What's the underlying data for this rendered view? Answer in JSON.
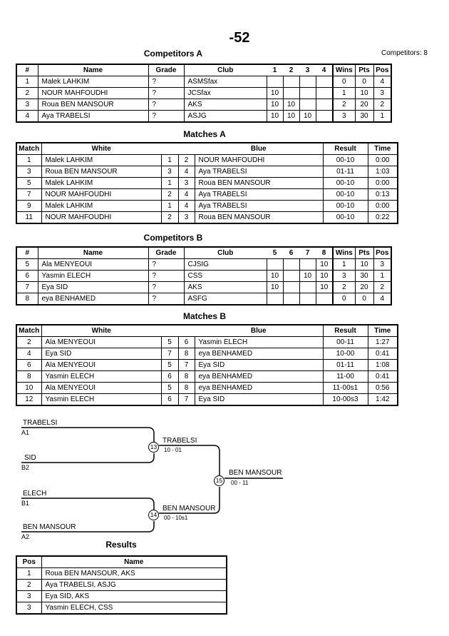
{
  "title": "-52",
  "competitors_count": "Competitors: 8",
  "sections": {
    "competitors_a": {
      "heading": "Competitors A",
      "columns": {
        "num": "#",
        "name": "Name",
        "grade": "Grade",
        "club": "Club",
        "rounds": [
          "1",
          "2",
          "3",
          "4"
        ],
        "wins": "Wins",
        "pts": "Pts",
        "pos": "Pos"
      },
      "rows": [
        {
          "num": "1",
          "name": "Malek LAHKIM",
          "grade": "?",
          "club": "ASMSfax",
          "rounds": [
            "",
            "",
            "",
            ""
          ],
          "wins": "0",
          "pts": "0",
          "pos": "4"
        },
        {
          "num": "2",
          "name": "NOUR MAHFOUDHI",
          "grade": "?",
          "club": "JCSfax",
          "rounds": [
            "10",
            "",
            "",
            ""
          ],
          "wins": "1",
          "pts": "10",
          "pos": "3"
        },
        {
          "num": "3",
          "name": "Roua BEN MANSOUR",
          "grade": "?",
          "club": "AKS",
          "rounds": [
            "10",
            "10",
            "",
            ""
          ],
          "wins": "2",
          "pts": "20",
          "pos": "2"
        },
        {
          "num": "4",
          "name": "Aya TRABELSI",
          "grade": "?",
          "club": "ASJG",
          "rounds": [
            "10",
            "10",
            "10",
            ""
          ],
          "wins": "3",
          "pts": "30",
          "pos": "1"
        }
      ]
    },
    "matches_a": {
      "heading": "Matches A",
      "columns": {
        "match": "Match",
        "white": "White",
        "blue": "Blue",
        "result": "Result",
        "time": "Time"
      },
      "rows": [
        {
          "match": "1",
          "white": "Malek LAHKIM",
          "wn": "1",
          "bn": "2",
          "blue": "NOUR MAHFOUDHI",
          "result": "00-10",
          "time": "0:00"
        },
        {
          "match": "3",
          "white": "Roua BEN MANSOUR",
          "wn": "3",
          "bn": "4",
          "blue": "Aya TRABELSI",
          "result": "01-11",
          "time": "1:03"
        },
        {
          "match": "5",
          "white": "Malek LAHKIM",
          "wn": "1",
          "bn": "3",
          "blue": "Roua BEN MANSOUR",
          "result": "00-10",
          "time": "0:00"
        },
        {
          "match": "7",
          "white": "NOUR MAHFOUDHI",
          "wn": "2",
          "bn": "4",
          "blue": "Aya TRABELSI",
          "result": "00-10",
          "time": "0:13"
        },
        {
          "match": "9",
          "white": "Malek LAHKIM",
          "wn": "1",
          "bn": "4",
          "blue": "Aya TRABELSI",
          "result": "00-10",
          "time": "0:00"
        },
        {
          "match": "11",
          "white": "NOUR MAHFOUDHI",
          "wn": "2",
          "bn": "3",
          "blue": "Roua BEN MANSOUR",
          "result": "00-10",
          "time": "0:22"
        }
      ]
    },
    "competitors_b": {
      "heading": "Competitors B",
      "columns": {
        "num": "#",
        "name": "Name",
        "grade": "Grade",
        "club": "Club",
        "rounds": [
          "5",
          "6",
          "7",
          "8"
        ],
        "wins": "Wins",
        "pts": "Pts",
        "pos": "Pos"
      },
      "rows": [
        {
          "num": "5",
          "name": "Ala MENYEOUI",
          "grade": "?",
          "club": "CJSIG",
          "rounds": [
            "",
            "",
            "",
            "10"
          ],
          "wins": "1",
          "pts": "10",
          "pos": "3"
        },
        {
          "num": "6",
          "name": "Yasmin ELECH",
          "grade": "?",
          "club": "CSS",
          "rounds": [
            "10",
            "",
            "10",
            "10"
          ],
          "wins": "3",
          "pts": "30",
          "pos": "1"
        },
        {
          "num": "7",
          "name": "Eya SID",
          "grade": "?",
          "club": "AKS",
          "rounds": [
            "10",
            "",
            "",
            "10"
          ],
          "wins": "2",
          "pts": "20",
          "pos": "2"
        },
        {
          "num": "8",
          "name": "eya BENHAMED",
          "grade": "?",
          "club": "ASFG",
          "rounds": [
            "",
            "",
            "",
            ""
          ],
          "wins": "0",
          "pts": "0",
          "pos": "4"
        }
      ]
    },
    "matches_b": {
      "heading": "Matches B",
      "columns": {
        "match": "Match",
        "white": "White",
        "blue": "Blue",
        "result": "Result",
        "time": "Time"
      },
      "rows": [
        {
          "match": "2",
          "white": "Ala MENYEOUI",
          "wn": "5",
          "bn": "6",
          "blue": "Yasmin ELECH",
          "result": "00-11",
          "time": "1:27"
        },
        {
          "match": "4",
          "white": "Eya SID",
          "wn": "7",
          "bn": "8",
          "blue": "eya BENHAMED",
          "result": "10-00",
          "time": "0:41"
        },
        {
          "match": "6",
          "white": "Ala MENYEOUI",
          "wn": "5",
          "bn": "7",
          "blue": "Eya SID",
          "result": "01-11",
          "time": "1:08"
        },
        {
          "match": "8",
          "white": "Yasmin ELECH",
          "wn": "6",
          "bn": "8",
          "blue": "eya BENHAMED",
          "result": "11-00",
          "time": "0:41"
        },
        {
          "match": "10",
          "white": "Ala MENYEOUI",
          "wn": "5",
          "bn": "8",
          "blue": "eya BENHAMED",
          "result": "11-00s1",
          "time": "0:56"
        },
        {
          "match": "12",
          "white": "Yasmin ELECH",
          "wn": "6",
          "bn": "7",
          "blue": "Eya SID",
          "result": "10-00s3",
          "time": "1:42"
        }
      ]
    },
    "results": {
      "heading": "Results",
      "columns": {
        "pos": "Pos",
        "name": "Name"
      },
      "rows": [
        {
          "pos": "1",
          "name": "Roua BEN MANSOUR, AKS"
        },
        {
          "pos": "2",
          "name": "Aya TRABELSI, ASJG"
        },
        {
          "pos": "3",
          "name": "Eya SID, AKS"
        },
        {
          "pos": "3",
          "name": "Yasmin ELECH, CSS"
        }
      ]
    }
  },
  "bracket": {
    "entrants": [
      {
        "name": "TRABELSI",
        "seed": "A1"
      },
      {
        "name": "SID",
        "seed": "B2"
      },
      {
        "name": "ELECH",
        "seed": "B1"
      },
      {
        "name": "BEN MANSOUR",
        "seed": "A2"
      }
    ],
    "matches": [
      {
        "number": "13",
        "winner": "TRABELSI",
        "score": "10 - 01"
      },
      {
        "number": "14",
        "winner": "BEN MANSOUR",
        "score": "00 - 10s1"
      },
      {
        "number": "15",
        "winner": "BEN MANSOUR",
        "score": "00 - 11"
      }
    ]
  }
}
